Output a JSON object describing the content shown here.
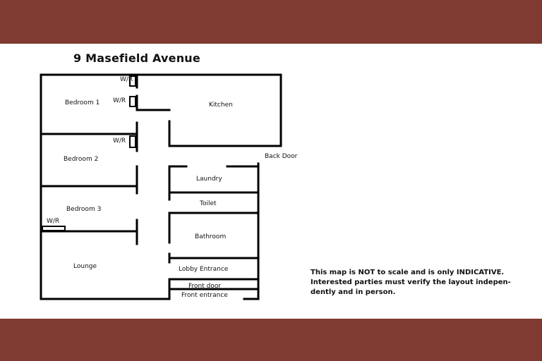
{
  "title": "9 Masefield Avenue",
  "rooms": {
    "bedroom1": "Bedroom 1",
    "bedroom2": "Bedroom 2",
    "bedroom3": "Bedroom 3",
    "kitchen": "Kitchen",
    "lounge": "Lounge",
    "laundry": "Laundry",
    "toilet": "Toilet",
    "bathroom": "Bathroom",
    "lobby": "Lobby Entrance",
    "front_door": "Front door",
    "front_entrance": "Front entrance",
    "back_door": "Back Door",
    "wardrobe": "W/R"
  },
  "disclaimer": {
    "line1": "This map is NOT to scale and is only INDICATIVE.",
    "line2": "Interested parties must verify the layout indepen-",
    "line3": "dently and in person."
  },
  "colors": {
    "band": "#7f3a31",
    "background": "#ffffff",
    "walls": "#000000"
  }
}
